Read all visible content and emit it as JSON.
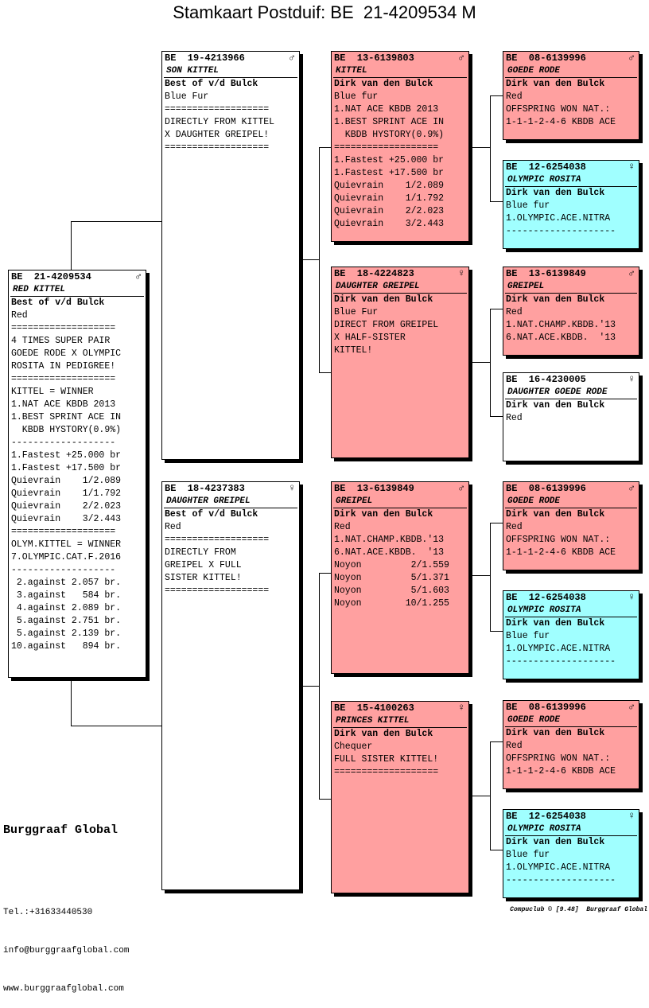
{
  "title": "Stamkaart Postduif: BE  21-4209534 M",
  "brand": "Burggraaf Global",
  "contact": [
    "Tel.:+31633440530",
    "info@burggraafglobal.com",
    "www.burggraafglobal.com"
  ],
  "footer": "Compuclub © [9.48]  Burggraaf Global",
  "colors": {
    "white": "#ffffff",
    "pink": "#ffa0a0",
    "cyan": "#a0ffff"
  },
  "cards": [
    {
      "id": "subject",
      "color": "white",
      "ring": "BE  21-4209534",
      "sex": "♂",
      "name": "RED KITTEL",
      "owner": "Best of v/d Bulck",
      "lines": [
        "Red",
        "===================",
        "4 TIMES SUPER PAIR",
        "GOEDE RODE X OLYMPIC",
        "ROSITA IN PEDIGREE!",
        "===================",
        "KITTEL = WINNER",
        "1.NAT ACE KBDB 2013",
        "1.BEST SPRINT ACE IN",
        "  KBDB HYSTORY(0.9%)",
        "-------------------",
        "1.Fastest +25.000 br",
        "1.Fastest +17.500 br",
        "Quievrain    1/2.089",
        "Quievrain    1/1.792",
        "Quievrain    2/2.023",
        "Quievrain    3/2.443",
        "===================",
        "OLYM.KITTEL = WINNER",
        "7.OLYMPIC.CAT.F.2016",
        "-------------------",
        " 2.against 2.057 br.",
        " 3.against   584 br.",
        " 4.against 2.089 br.",
        " 5.against 2.751 br.",
        " 5.against 2.139 br.",
        "10.against   894 br."
      ]
    },
    {
      "id": "sire",
      "color": "white",
      "ring": "BE  19-4213966",
      "sex": "♂",
      "name": "SON KITTEL",
      "owner": "Best of v/d Bulck",
      "lines": [
        "Blue Fur",
        "===================",
        "DIRECTLY FROM KITTEL",
        "X DAUGHTER GREIPEL!",
        "==================="
      ]
    },
    {
      "id": "dam",
      "color": "white",
      "ring": "BE  18-4237383",
      "sex": "♀",
      "name": "DAUGHTER GREIPEL",
      "owner": "Best of v/d Bulck",
      "lines": [
        "Red",
        "===================",
        "DIRECTLY FROM",
        "GREIPEL X FULL",
        "SISTER KITTEL!",
        "==================="
      ]
    },
    {
      "id": "ss",
      "color": "pink",
      "ring": "BE  13-6139803",
      "sex": "♂",
      "name": "KITTEL",
      "owner": "Dirk van den Bulck",
      "lines": [
        "Blue fur",
        "1.NAT ACE KBDB 2013",
        "1.BEST SPRINT ACE IN",
        "  KBDB HYSTORY(0.9%)",
        "===================",
        "1.Fastest +25.000 br",
        "1.Fastest +17.500 br",
        "Quievrain    1/2.089",
        "Quievrain    1/1.792",
        "Quievrain    2/2.023",
        "Quievrain    3/2.443"
      ]
    },
    {
      "id": "sd",
      "color": "pink",
      "ring": "BE  18-4224823",
      "sex": "♀",
      "name": "DAUGHTER GREIPEL",
      "owner": "Dirk van den Bulck",
      "lines": [
        "Blue Fur",
        "DIRECT FROM GREIPEL",
        "X HALF-SISTER",
        "KITTEL!"
      ]
    },
    {
      "id": "ds",
      "color": "pink",
      "ring": "BE  13-6139849",
      "sex": "♂",
      "name": "GREIPEL",
      "owner": "Dirk van den Bulck",
      "lines": [
        "Red",
        "1.NAT.CHAMP.KBDB.'13",
        "6.NAT.ACE.KBDB.  '13",
        "Noyon         2/1.559",
        "Noyon         5/1.371",
        "Noyon         5/1.603",
        "Noyon        10/1.255"
      ]
    },
    {
      "id": "dd",
      "color": "pink",
      "ring": "BE  15-4100263",
      "sex": "♀",
      "name": "PRINCES KITTEL",
      "owner": "Dirk van den Bulck",
      "lines": [
        "Chequer",
        "FULL SISTER KITTEL!",
        "==================="
      ]
    },
    {
      "id": "sss",
      "color": "pink",
      "ring": "BE  08-6139996",
      "sex": "♂",
      "name": "GOEDE RODE",
      "owner": "Dirk van den Bulck",
      "lines": [
        "Red",
        "OFFSPRING WON NAT.:",
        "1-1-1-2-4-6 KBDB ACE"
      ]
    },
    {
      "id": "ssd",
      "color": "cyan",
      "ring": "BE  12-6254038",
      "sex": "♀",
      "name": "OLYMPIC ROSITA",
      "owner": "Dirk van den Bulck",
      "lines": [
        "Blue fur",
        "1.OLYMPIC.ACE.NITRA",
        "--------------------"
      ]
    },
    {
      "id": "sds",
      "color": "pink",
      "ring": "BE  13-6139849",
      "sex": "♂",
      "name": "GREIPEL",
      "owner": "Dirk van den Bulck",
      "lines": [
        "Red",
        "1.NAT.CHAMP.KBDB.'13",
        "6.NAT.ACE.KBDB.  '13"
      ]
    },
    {
      "id": "sdd",
      "color": "white",
      "ring": "BE  16-4230005",
      "sex": "♀",
      "name": "DAUGHTER GOEDE RODE",
      "owner": "Dirk van den Bulck",
      "lines": [
        "Red"
      ]
    },
    {
      "id": "dss",
      "color": "pink",
      "ring": "BE  08-6139996",
      "sex": "♂",
      "name": "GOEDE RODE",
      "owner": "Dirk van den Bulck",
      "lines": [
        "Red",
        "OFFSPRING WON NAT.:",
        "1-1-1-2-4-6 KBDB ACE"
      ]
    },
    {
      "id": "dsd",
      "color": "cyan",
      "ring": "BE  12-6254038",
      "sex": "♀",
      "name": "OLYMPIC ROSITA",
      "owner": "Dirk van den Bulck",
      "lines": [
        "Blue fur",
        "1.OLYMPIC.ACE.NITRA",
        "--------------------"
      ]
    },
    {
      "id": "dds",
      "color": "pink",
      "ring": "BE  08-6139996",
      "sex": "♂",
      "name": "GOEDE RODE",
      "owner": "Dirk van den Bulck",
      "lines": [
        "Red",
        "OFFSPRING WON NAT.:",
        "1-1-1-2-4-6 KBDB ACE"
      ]
    },
    {
      "id": "ddd",
      "color": "cyan",
      "ring": "BE  12-6254038",
      "sex": "♀",
      "name": "OLYMPIC ROSITA",
      "owner": "Dirk van den Bulck",
      "lines": [
        "Blue fur",
        "1.OLYMPIC.ACE.NITRA",
        "--------------------"
      ]
    }
  ]
}
